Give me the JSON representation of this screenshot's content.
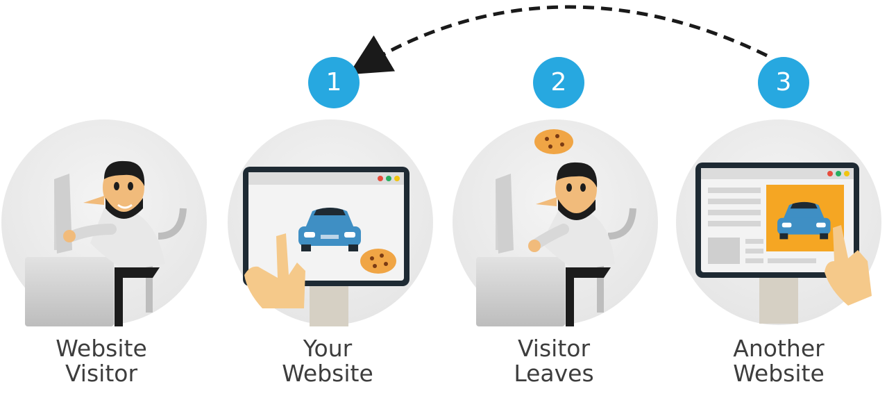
{
  "steps": [
    {
      "number": "1",
      "caption": [
        "Your",
        "Website"
      ]
    },
    {
      "number": "2",
      "caption": [
        "Visitor",
        "Leaves"
      ]
    },
    {
      "number": "3",
      "caption": [
        "Another",
        "Website"
      ]
    }
  ],
  "start": {
    "caption": [
      "Website",
      "Visitor"
    ]
  },
  "colors": {
    "badge": "#27a8e0",
    "circle": "#eeeeee",
    "car": "#3f8fc4",
    "ad_panel": "#f5a623",
    "cookie": "#f0a545",
    "text": "#3d3d3d"
  }
}
